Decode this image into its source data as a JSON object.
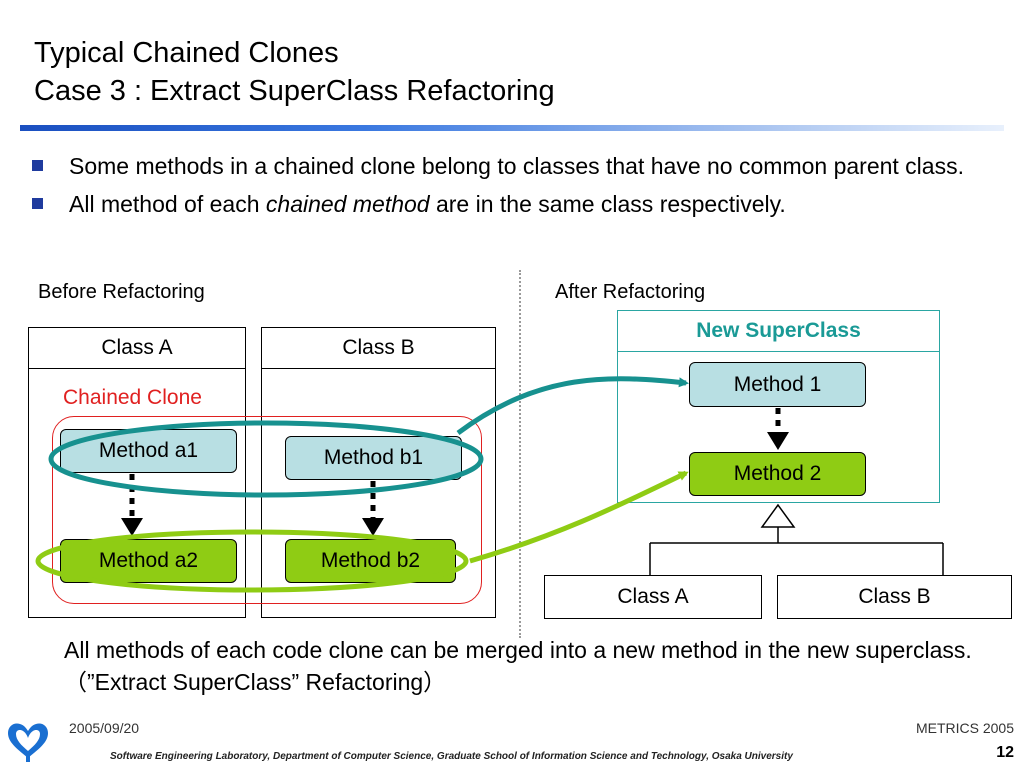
{
  "title": {
    "line1": "Typical Chained Clones",
    "line2": "Case 3 : Extract SuperClass Refactoring"
  },
  "bullets": [
    {
      "text": "Some methods in a chained clone belong to classes that have no common parent class."
    },
    {
      "before": "All method of each ",
      "emphasis": "chained method",
      "after": " are in the same class respectively."
    }
  ],
  "before": {
    "label": "Before Refactoring",
    "class_a": "Class A",
    "class_b": "Class B",
    "chained_clone_label": "Chained Clone",
    "method_a1": "Method a1",
    "method_a2": "Method a2",
    "method_b1": "Method b1",
    "method_b2": "Method b2"
  },
  "after": {
    "label": "After Refactoring",
    "superclass": "New SuperClass",
    "method_1": "Method 1",
    "method_2": "Method 2",
    "class_a": "Class A",
    "class_b": "Class B"
  },
  "conclusion": "All methods of each code clone can be merged into a new method in the new superclass.（”Extract SuperClass” Refactoring）",
  "footer": {
    "date": "2005/09/20",
    "conference": "METRICS 2005",
    "lab": "Software Engineering Laboratory,  Department of Computer Science,  Graduate School of Information Science and Technology,  Osaka University",
    "page": "12"
  },
  "colors": {
    "title_rule": "#1a4fc0",
    "bullet": "#1f3b9e",
    "clone_label": "#e02020",
    "superclass_label": "#1a9a96",
    "teal_ellipse": "#17918f",
    "green_ellipse": "#8fcc14",
    "method_blue": "#b8dfe3",
    "method_green": "#8fcc14",
    "logo": "#1a6fd1"
  }
}
